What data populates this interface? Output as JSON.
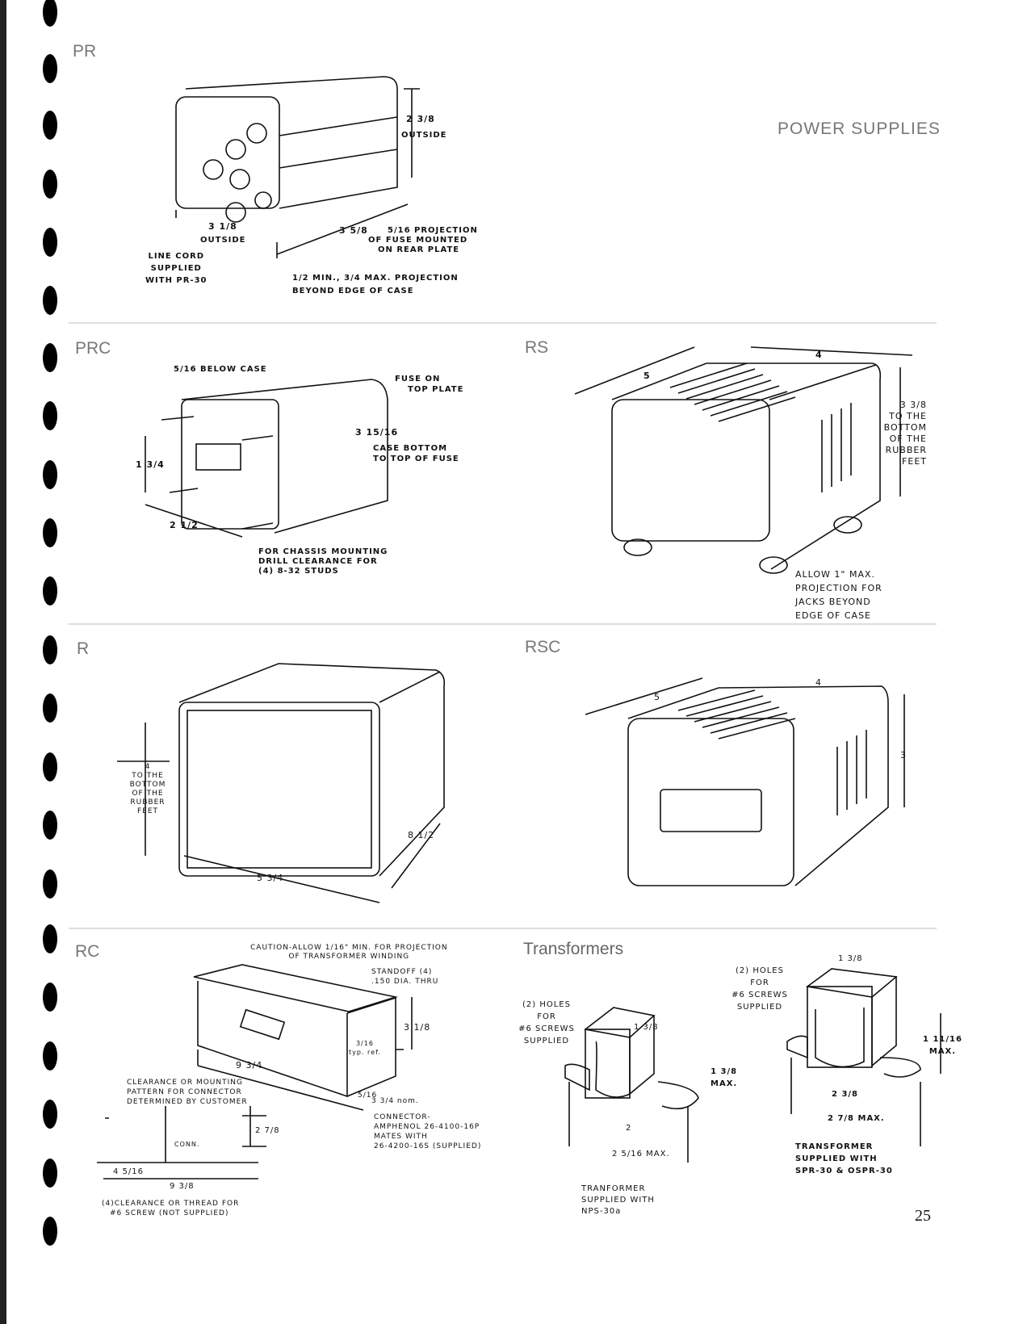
{
  "header": {
    "title": "POWER SUPPLIES",
    "page_number": "25"
  },
  "sections": {
    "pr": {
      "label": "PR",
      "height": "2 3/8",
      "height_note": "OUTSIDE",
      "width": "3 1/8",
      "width_note": "OUTSIDE",
      "depth": "3 5/8",
      "fuse_note": [
        "5/16 PROJECTION",
        "OF FUSE MOUNTED",
        "ON REAR PLATE"
      ],
      "cord_note": [
        "LINE CORD",
        "SUPPLIED",
        "WITH PR-30"
      ],
      "projection_note": [
        "1/2 MIN., 3/4 MAX. PROJECTION",
        "BEYOND EDGE OF CASE"
      ]
    },
    "prc": {
      "label": "PRC",
      "below_case": "5/16 BELOW CASE",
      "fuse_note": [
        "FUSE ON",
        "TOP PLATE"
      ],
      "fuse_height": "3 15/16",
      "fuse_height_note": [
        "CASE BOTTOM",
        "TO TOP OF FUSE"
      ],
      "height": "1 3/4",
      "width": "2 1/2",
      "mount_note": [
        "FOR CHASSIS MOUNTING",
        "DRILL CLEARANCE FOR",
        "(4) 8-32 STUDS"
      ]
    },
    "rs": {
      "label": "RS",
      "width": "4",
      "depth": "5",
      "height_note": [
        "3 3/8",
        "TO THE",
        "BOTTOM",
        "OF THE",
        "RUBBER",
        "FEET"
      ],
      "jack_note": [
        "ALLOW 1\" MAX.",
        "PROJECTION FOR",
        "JACKS BEYOND",
        "EDGE OF CASE"
      ]
    },
    "r": {
      "label": "R",
      "height_note": [
        "4",
        "TO THE",
        "BOTTOM",
        "OF THE",
        "RUBBER",
        "FEET"
      ],
      "width": "5 3/4",
      "depth": "8 1/2"
    },
    "rsc": {
      "label": "RSC",
      "width": "4",
      "depth": "5",
      "height": "3"
    },
    "rc": {
      "label": "RC",
      "caution": [
        "CAUTION-ALLOW 1/16\" MIN. FOR PROJECTION",
        "OF TRANSFORMER WINDING"
      ],
      "standoff": [
        "STANDOFF (4)",
        ".150 DIA. THRU"
      ],
      "height": "3 1/8",
      "flange": [
        "3/16",
        "typ. ref."
      ],
      "length": "9 3/4",
      "pattern_note": [
        "CLEARANCE OR MOUNTING",
        "PATTERN FOR CONNECTOR",
        "DETERMINED BY CUSTOMER"
      ],
      "offset": "5/16",
      "depth": "3 3/4 nom.",
      "hole_spacing": "2 7/8",
      "conn": "CONN.",
      "connector_note": [
        "CONNECTOR-",
        "AMPHENOL 26-4100-16P",
        "MATES WITH",
        "26-4200-16S (SUPPLIED)"
      ],
      "conn_offset": "4 5/16",
      "hole_length": "9 3/8",
      "screw_note": [
        "(4)CLEARANCE OR THREAD FOR",
        "#6 SCREW (NOT SUPPLIED)"
      ]
    },
    "transformers": {
      "label": "Transformers",
      "small": {
        "holes_note": [
          "(2) HOLES",
          "FOR",
          "#6 SCREWS",
          "SUPPLIED"
        ],
        "depth": "1 3/8",
        "height": [
          "1 3/8",
          "MAX."
        ],
        "inner": "2",
        "outer": "2 5/16 MAX.",
        "supplied": [
          "TRANFORMER",
          "SUPPLIED WITH",
          "NPS-30a"
        ]
      },
      "large": {
        "holes_note": [
          "(2) HOLES",
          "FOR",
          "#6 SCREWS",
          "SUPPLIED"
        ],
        "depth": "1 3/8",
        "height": [
          "1 11/16",
          "MAX."
        ],
        "inner": "2 3/8",
        "outer": "2 7/8 MAX.",
        "supplied": [
          "TRANSFORMER",
          "SUPPLIED WITH",
          "SPR-30 & OSPR-30"
        ]
      }
    }
  }
}
